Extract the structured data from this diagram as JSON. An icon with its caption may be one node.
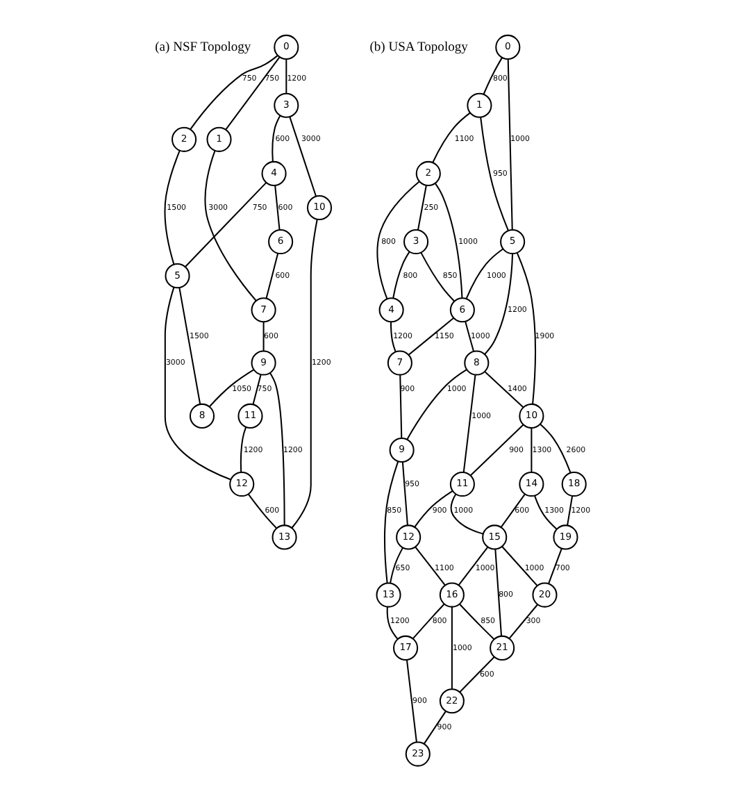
{
  "diagram": {
    "nodes": [
      {
        "text": [
          "0"
        ]
      },
      {
        "text": [
          "1"
        ]
      },
      {
        "text": [
          "2"
        ]
      },
      {
        "text": [
          "3"
        ]
      },
      {
        "text": [
          "4"
        ]
      },
      {
        "text": [
          "5"
        ]
      },
      {
        "text": [
          "6"
        ]
      },
      {
        "text": [
          "7"
        ]
      },
      {
        "text": [
          "8"
        ]
      },
      {
        "text": [
          "9"
        ]
      },
      {
        "text": [
          "10"
        ]
      },
      {
        "text": [
          "11"
        ]
      },
      {
        "text": [
          "12"
        ]
      },
      {
        "text": [
          "13"
        ]
      },
      {
        "text": [
          "0"
        ]
      },
      {
        "text": [
          "1"
        ]
      },
      {
        "text": [
          "2"
        ]
      },
      {
        "text": [
          "3"
        ]
      },
      {
        "text": [
          "4"
        ]
      },
      {
        "text": [
          "5"
        ]
      },
      {
        "text": [
          "6"
        ]
      },
      {
        "text": [
          "7"
        ]
      },
      {
        "text": [
          "8"
        ]
      },
      {
        "text": [
          "9"
        ]
      },
      {
        "text": [
          "10"
        ]
      },
      {
        "text": [
          "11"
        ]
      },
      {
        "text": [
          "12"
        ]
      },
      {
        "text": [
          "13"
        ]
      },
      {
        "text": [
          "14"
        ]
      },
      {
        "text": [
          "15"
        ]
      },
      {
        "text": [
          "16"
        ]
      },
      {
        "text": [
          "17"
        ]
      },
      {
        "text": [
          "18"
        ]
      },
      {
        "text": [
          "19"
        ]
      },
      {
        "text": [
          "20"
        ]
      },
      {
        "text": [
          "21"
        ]
      },
      {
        "text": [
          "22"
        ]
      },
      {
        "text": [
          "23"
        ]
      }
    ],
    "edges": [
      {
        "from": 0,
        "to": 1,
        "arrow": "none",
        "label": "750"
      },
      {
        "from": 1,
        "to": 7,
        "arrow": "none",
        "label": "3000"
      },
      {
        "from": 3,
        "to": 10,
        "arrow": "none",
        "label": "3000"
      },
      {
        "from": 0,
        "to": 3,
        "arrow": "none",
        "label": "1200"
      },
      {
        "from": 0,
        "to": 2,
        "arrow": "none",
        "label": "750"
      },
      {
        "from": 3,
        "to": 4,
        "arrow": "none",
        "label": "600"
      },
      {
        "from": 4,
        "to": 6,
        "arrow": "none",
        "label": "600"
      },
      {
        "from": 6,
        "to": 7,
        "arrow": "none",
        "label": "600"
      },
      {
        "from": 4,
        "to": 5,
        "arrow": "none",
        "label": "750"
      },
      {
        "from": 2,
        "to": 5,
        "arrow": "none",
        "label": "1500"
      },
      {
        "from": 7,
        "to": 9,
        "arrow": "none",
        "label": "600"
      },
      {
        "from": 9,
        "to": 11,
        "arrow": "none",
        "label": "750"
      },
      {
        "from": 10,
        "to": 13,
        "arrow": "none",
        "label": "1200"
      },
      {
        "from": 9,
        "to": 13,
        "arrow": "none",
        "label": "1200"
      },
      {
        "from": 11,
        "to": 12,
        "arrow": "none",
        "label": "1200"
      },
      {
        "from": 12,
        "to": 13,
        "arrow": "none",
        "label": "600"
      },
      {
        "from": 9,
        "to": 8,
        "arrow": "none",
        "label": "1050"
      },
      {
        "from": 5,
        "to": 12,
        "arrow": "none",
        "label": "3000"
      },
      {
        "from": 5,
        "to": 8,
        "arrow": "none",
        "label": "1500"
      },
      {
        "from": 14,
        "to": 15,
        "arrow": "none",
        "label": "800"
      },
      {
        "from": 14,
        "to": 19,
        "arrow": "none",
        "label": "1000"
      },
      {
        "from": 15,
        "to": 19,
        "arrow": "none",
        "label": "950"
      },
      {
        "from": 15,
        "to": 16,
        "arrow": "none",
        "label": "1100"
      },
      {
        "from": 19,
        "to": 24,
        "arrow": "none",
        "label": "1900"
      },
      {
        "from": 24,
        "to": 32,
        "arrow": "none",
        "label": "2600"
      },
      {
        "from": 19,
        "to": 20,
        "arrow": "none",
        "label": "1000"
      },
      {
        "from": 19,
        "to": 22,
        "arrow": "none",
        "label": "1200"
      },
      {
        "from": 22,
        "to": 24,
        "arrow": "none",
        "label": "1400"
      },
      {
        "from": 24,
        "to": 28,
        "arrow": "none",
        "label": "1300"
      },
      {
        "from": 24,
        "to": 25,
        "arrow": "none",
        "label": "900"
      },
      {
        "from": 28,
        "to": 33,
        "arrow": "none",
        "label": "1300"
      },
      {
        "from": 32,
        "to": 33,
        "arrow": "none",
        "label": "1200"
      },
      {
        "from": 16,
        "to": 20,
        "arrow": "none",
        "label": "1000"
      },
      {
        "from": 20,
        "to": 22,
        "arrow": "none",
        "label": "1000"
      },
      {
        "from": 22,
        "to": 25,
        "arrow": "none",
        "label": "1000"
      },
      {
        "from": 25,
        "to": 29,
        "arrow": "none",
        "label": "1000"
      },
      {
        "from": 28,
        "to": 29,
        "arrow": "none",
        "label": "600"
      },
      {
        "from": 33,
        "to": 34,
        "arrow": "none",
        "label": "700"
      },
      {
        "from": 29,
        "to": 34,
        "arrow": "none",
        "label": "1000"
      },
      {
        "from": 16,
        "to": 17,
        "arrow": "none",
        "label": "250"
      },
      {
        "from": 17,
        "to": 20,
        "arrow": "none",
        "label": "850"
      },
      {
        "from": 16,
        "to": 18,
        "arrow": "none",
        "label": "800"
      },
      {
        "from": 17,
        "to": 18,
        "arrow": "none",
        "label": "800"
      },
      {
        "from": 20,
        "to": 21,
        "arrow": "none",
        "label": "1150"
      },
      {
        "from": 22,
        "to": 23,
        "arrow": "none",
        "label": "1000"
      },
      {
        "from": 25,
        "to": 26,
        "arrow": "none",
        "label": "900"
      },
      {
        "from": 29,
        "to": 35,
        "arrow": "none",
        "label": "800"
      },
      {
        "from": 34,
        "to": 35,
        "arrow": "none",
        "label": "300"
      },
      {
        "from": 29,
        "to": 30,
        "arrow": "none",
        "label": "1000"
      },
      {
        "from": 35,
        "to": 36,
        "arrow": "none",
        "label": "600"
      },
      {
        "from": 30,
        "to": 35,
        "arrow": "none",
        "label": "850"
      },
      {
        "from": 18,
        "to": 21,
        "arrow": "none",
        "label": "1200"
      },
      {
        "from": 21,
        "to": 23,
        "arrow": "none",
        "label": "900"
      },
      {
        "from": 23,
        "to": 26,
        "arrow": "none",
        "label": "950"
      },
      {
        "from": 26,
        "to": 30,
        "arrow": "none",
        "label": "1100"
      },
      {
        "from": 30,
        "to": 36,
        "arrow": "none",
        "label": "1000"
      },
      {
        "from": 23,
        "to": 27,
        "arrow": "none",
        "label": "850"
      },
      {
        "from": 26,
        "to": 27,
        "arrow": "none",
        "label": "650"
      },
      {
        "from": 30,
        "to": 31,
        "arrow": "none",
        "label": "800"
      },
      {
        "from": 36,
        "to": 37,
        "arrow": "none",
        "label": "900"
      },
      {
        "from": 27,
        "to": 31,
        "arrow": "none",
        "label": "1200"
      },
      {
        "from": 31,
        "to": 37,
        "arrow": "none",
        "label": "900"
      }
    ],
    "labels": [
      "(a) NSF Topology",
      "(b) USA Topology"
    ]
  }
}
